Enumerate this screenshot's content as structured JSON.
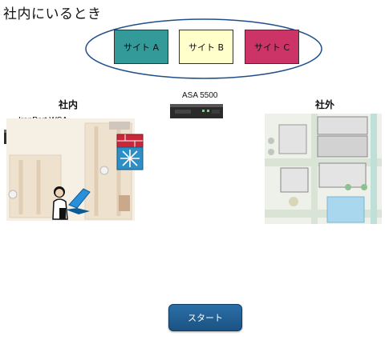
{
  "title": "社内にいるとき",
  "sites": [
    {
      "label": "サイト A",
      "color": "#339999"
    },
    {
      "label": "サイト B",
      "color": "#ffffcc"
    },
    {
      "label": "サイト C",
      "color": "#cc3366"
    }
  ],
  "areas": {
    "internal": "社内",
    "external": "社外"
  },
  "devices": {
    "asa": "ASA 5500",
    "wsa": "IronPort WSA"
  },
  "icons": [
    "cloud-icon",
    "firewall-appliance-icon",
    "proxy-appliance-icon",
    "switch-firewall-icon",
    "user-laptop-icon",
    "office-floor-map",
    "town-map"
  ],
  "start_button": "スタート"
}
